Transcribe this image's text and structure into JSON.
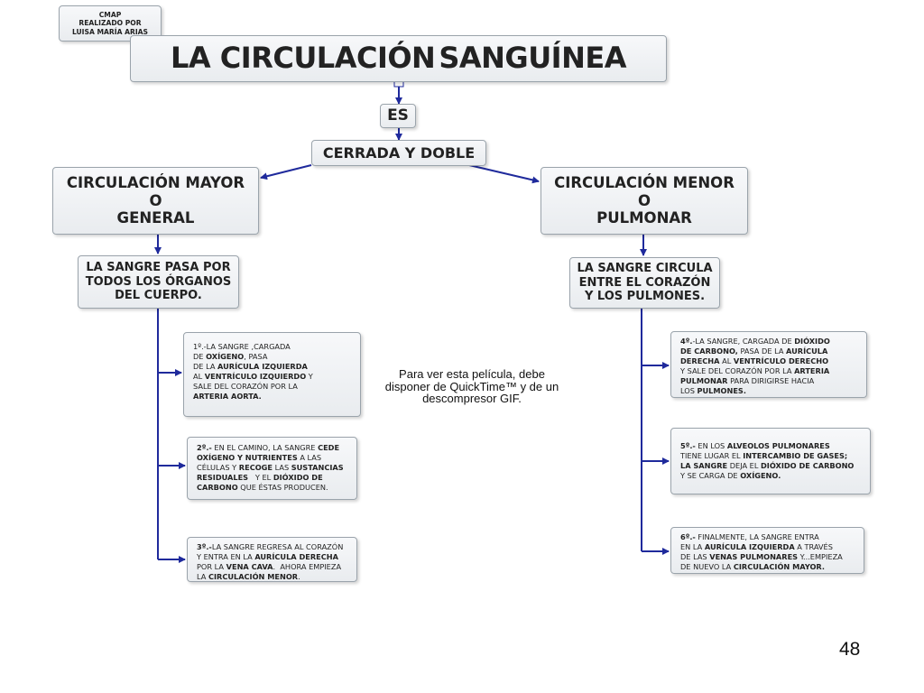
{
  "credit": {
    "lines": [
      "CMAP",
      "REALIZADO POR",
      "LUISA MARÍA ARIAS"
    ]
  },
  "title": {
    "part1": "LA CIRCULACIÓN",
    "part2": "SANGUÍNEA"
  },
  "link_es": "ES",
  "node_cerrada": "CERRADA Y DOBLE",
  "mayor": {
    "title_lines": [
      "CIRCULACIÓN MAYOR",
      "O",
      "GENERAL"
    ],
    "summary_lines": [
      "LA SANGRE PASA POR",
      "TODOS LOS ÓRGANOS",
      "DEL CUERPO."
    ],
    "steps": [
      [
        [
          {
            "t": "1º.-LA SANGRE ,CARGADA",
            "b": false
          }
        ],
        [
          {
            "t": "DE ",
            "b": false
          },
          {
            "t": "OXÍGENO",
            "b": true
          },
          {
            "t": ", PASA",
            "b": false
          }
        ],
        [
          {
            "t": "DE LA ",
            "b": false
          },
          {
            "t": "AURÍCULA IZQUIERDA",
            "b": true
          }
        ],
        [
          {
            "t": "AL ",
            "b": false
          },
          {
            "t": "VENTRÍCULO IZQUIERDO",
            "b": true
          },
          {
            "t": " Y",
            "b": false
          }
        ],
        [
          {
            "t": "SALE DEL CORAZÓN POR LA",
            "b": false
          }
        ],
        [
          {
            "t": "ARTERIA AORTA.",
            "b": true
          }
        ]
      ],
      [
        [
          {
            "t": "2º.-",
            "b": true
          },
          {
            "t": " EN EL CAMINO, LA SANGRE ",
            "b": false
          },
          {
            "t": "CEDE",
            "b": true
          }
        ],
        [
          {
            "t": "OXÍGENO Y NUTRIENTES",
            "b": true
          },
          {
            "t": " A LAS",
            "b": false
          }
        ],
        [
          {
            "t": "CÉLULAS Y ",
            "b": false
          },
          {
            "t": "RECOGE",
            "b": true
          },
          {
            "t": " LAS ",
            "b": false
          },
          {
            "t": "SUSTANCIAS",
            "b": true
          }
        ],
        [
          {
            "t": "RESIDUALES",
            "b": true
          },
          {
            "t": "   Y EL ",
            "b": false
          },
          {
            "t": "DIÓXIDO DE",
            "b": true
          }
        ],
        [
          {
            "t": "CARBONO",
            "b": true
          },
          {
            "t": " QUE ÉSTAS PRODUCEN.",
            "b": false
          }
        ]
      ],
      [
        [
          {
            "t": "3º.-",
            "b": true
          },
          {
            "t": "LA SANGRE REGRESA AL CORAZÓN",
            "b": false
          }
        ],
        [
          {
            "t": "Y ENTRA EN LA ",
            "b": false
          },
          {
            "t": "AURÍCULA DERECHA",
            "b": true
          }
        ],
        [
          {
            "t": "POR LA ",
            "b": false
          },
          {
            "t": "VENA CAVA",
            "b": true
          },
          {
            "t": ".  AHORA EMPIEZA",
            "b": false
          }
        ],
        [
          {
            "t": "LA ",
            "b": false
          },
          {
            "t": "CIRCULACIÓN MENOR",
            "b": true
          },
          {
            "t": ".",
            "b": false
          }
        ]
      ]
    ]
  },
  "menor": {
    "title_lines": [
      "CIRCULACIÓN MENOR",
      "O",
      "PULMONAR"
    ],
    "summary_lines": [
      "LA SANGRE CIRCULA",
      "ENTRE EL CORAZÓN",
      "Y LOS PULMONES."
    ],
    "steps": [
      [
        [
          {
            "t": "4º.",
            "b": true
          },
          {
            "t": "-LA SANGRE, CARGADA DE ",
            "b": false
          },
          {
            "t": "DIÓXIDO",
            "b": true
          }
        ],
        [
          {
            "t": "DE CARBONO,",
            "b": true
          },
          {
            "t": " PASA DE LA ",
            "b": false
          },
          {
            "t": "AURÍCULA",
            "b": true
          }
        ],
        [
          {
            "t": "DERECHA",
            "b": true
          },
          {
            "t": " AL ",
            "b": false
          },
          {
            "t": "VENTRÍCULO DERECHO",
            "b": true
          }
        ],
        [
          {
            "t": "Y SALE DEL CORAZÓN POR LA ",
            "b": false
          },
          {
            "t": "ARTERIA",
            "b": true
          }
        ],
        [
          {
            "t": "PULMONAR",
            "b": true
          },
          {
            "t": " PARA DIRIGIRSE HACIA",
            "b": false
          }
        ],
        [
          {
            "t": "LOS ",
            "b": false
          },
          {
            "t": "PULMONES.",
            "b": true
          }
        ]
      ],
      [
        [
          {
            "t": "5º.-",
            "b": true
          },
          {
            "t": " EN LOS ",
            "b": false
          },
          {
            "t": "ALVEOLOS PULMONARES",
            "b": true
          }
        ],
        [
          {
            "t": "TIENE LUGAR EL ",
            "b": false
          },
          {
            "t": "INTERCAMBIO DE GASES;",
            "b": true
          }
        ],
        [
          {
            "t": "LA SANGRE",
            "b": true
          },
          {
            "t": " DEJA EL ",
            "b": false
          },
          {
            "t": "DIÓXIDO DE CARBONO",
            "b": true
          }
        ],
        [
          {
            "t": "Y SE CARGA DE ",
            "b": false
          },
          {
            "t": "OXÍGENO.",
            "b": true
          }
        ]
      ],
      [
        [
          {
            "t": "6º.-",
            "b": true
          },
          {
            "t": " FINALMENTE, LA SANGRE ENTRA",
            "b": false
          }
        ],
        [
          {
            "t": "EN LA ",
            "b": false
          },
          {
            "t": "AURÍCULA IZQUIERDA",
            "b": true
          },
          {
            "t": " A TRAVÉS",
            "b": false
          }
        ],
        [
          {
            "t": "DE LAS ",
            "b": false
          },
          {
            "t": "VENAS PULMONARES",
            "b": true
          },
          {
            "t": " Y...EMPIEZA",
            "b": false
          }
        ],
        [
          {
            "t": "DE NUEVO LA ",
            "b": false
          },
          {
            "t": "CIRCULACIÓN MAYOR.",
            "b": true
          }
        ]
      ]
    ]
  },
  "quicktime_note": "Para ver esta película, debe disponer de QuickTime™ y de un descompresor GIF.",
  "page_number": "48",
  "colors": {
    "arrow": "#1f2a9c",
    "node_border": "#9aa3ab",
    "node_fill": "#eceef1"
  }
}
